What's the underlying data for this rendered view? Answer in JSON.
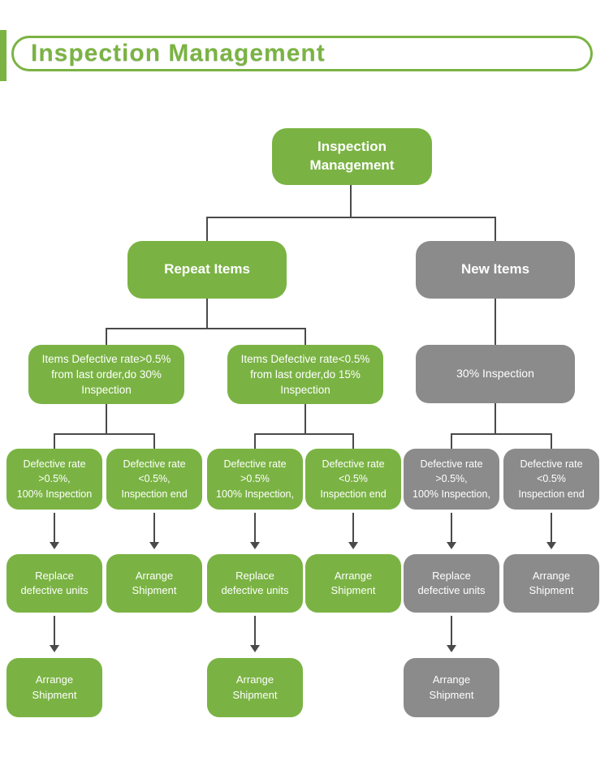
{
  "header": {
    "title": "Inspection Management"
  },
  "colors": {
    "green": "#7ab343",
    "gray": "#8b8b8b",
    "line": "#4a4a4a",
    "node_text": "#ffffff"
  },
  "flowchart": {
    "root": {
      "label": "Inspection\nManagement"
    },
    "level2": [
      {
        "label": "Repeat Items"
      },
      {
        "label": "New Items"
      }
    ],
    "level3": [
      {
        "label": "Items Defective rate>0.5%\nfrom last order,do 30%\nInspection"
      },
      {
        "label": "Items Defective rate<0.5%\nfrom last order,do 15%\nInspection"
      },
      {
        "label": "30% Inspection"
      }
    ],
    "level4": [
      {
        "label": "Defective rate\n>0.5%,\n100% Inspection"
      },
      {
        "label": "Defective rate\n<0.5%,\nInspection end"
      },
      {
        "label": "Defective rate\n>0.5%\n100% Inspection,"
      },
      {
        "label": "Defective rate\n<0.5%\nInspection end"
      },
      {
        "label": "Defective rate\n>0.5%,\n100% Inspection,"
      },
      {
        "label": "Defective rate\n<0.5%\nInspection end"
      }
    ],
    "level5": [
      {
        "label": "Replace\ndefective units"
      },
      {
        "label": "Arrange\nShipment"
      },
      {
        "label": "Replace\ndefective units"
      },
      {
        "label": "Arrange\nShipment"
      },
      {
        "label": "Replace\ndefective units"
      },
      {
        "label": "Arrange\nShipment"
      }
    ],
    "level6": [
      {
        "label": "Arrange\nShipment"
      },
      {
        "label": "Arrange\nShipment"
      },
      {
        "label": "Arrange\nShipment"
      }
    ]
  }
}
